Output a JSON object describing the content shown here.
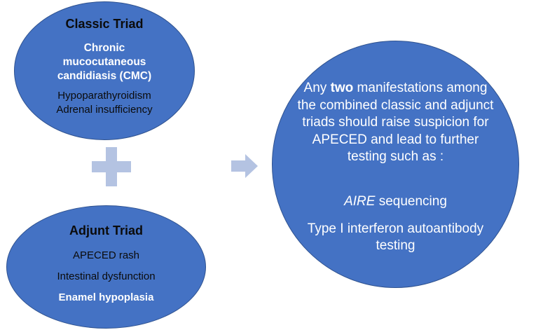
{
  "classic_triad": {
    "title": "Classic Triad",
    "items": [
      "Chronic mucocutaneous candidiasis  (CMC)",
      "Hypoparathyroidism",
      "Adrenal insufficiency"
    ]
  },
  "adjunct_triad": {
    "title": "Adjunt Triad",
    "items": [
      "APECED rash",
      "Intestinal dysfunction",
      "Enamel hypoplasia"
    ]
  },
  "result": {
    "text_before": "Any ",
    "keyword": "two",
    "text_after": " manifestations among the combined classic and adjunct triads should raise suspicion for APECED and lead to further testing such as :",
    "test_1_gene": "AIRE",
    "test_1_rest": " sequencing",
    "test_2": "Type I interferon autoantibody testing"
  },
  "colors": {
    "ellipse_fill": "#4472c4",
    "ellipse_border": "#2f528f",
    "connector_fill": "#b4c3e2"
  },
  "icons": {
    "plus": "plus-icon",
    "arrow": "right-arrow-icon"
  }
}
